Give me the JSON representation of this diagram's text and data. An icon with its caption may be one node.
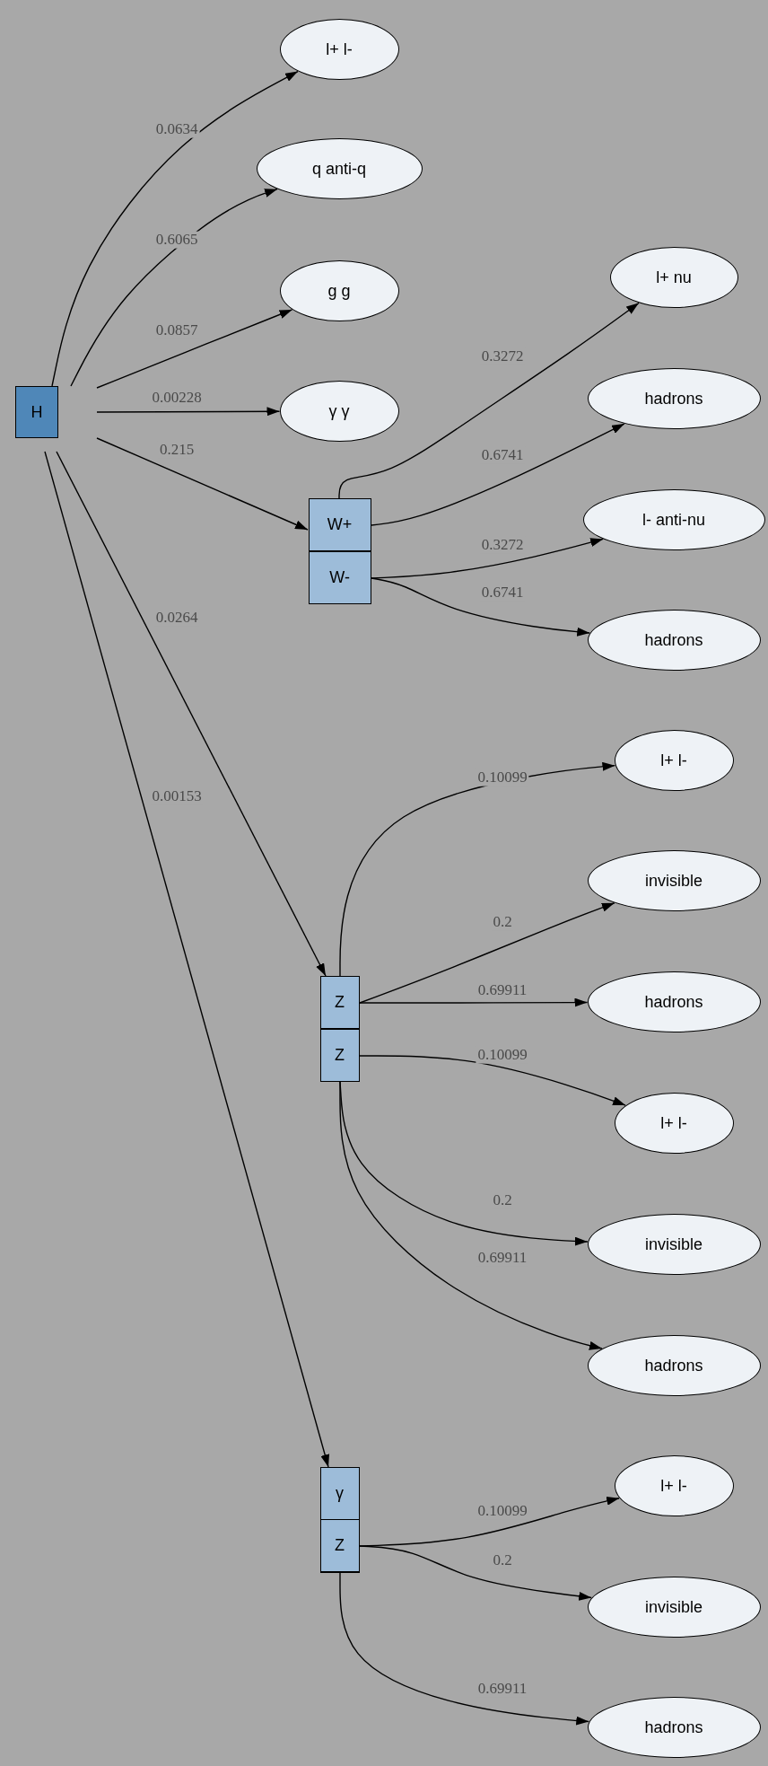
{
  "diagram": {
    "nodes": [
      {
        "text": [
          "H"
        ]
      },
      {
        "text": [
          "l+ l-"
        ]
      },
      {
        "text": [
          "q anti-q"
        ]
      },
      {
        "text": [
          "g g"
        ]
      },
      {
        "text": [
          "γ γ"
        ]
      },
      {
        "text": [],
        "shape": "box"
      },
      {
        "text": [
          "W+"
        ],
        "in": 5
      },
      {
        "text": [
          "W-"
        ],
        "in": 5
      },
      {
        "text": [
          "l+ nu"
        ]
      },
      {
        "text": [
          "hadrons"
        ]
      },
      {
        "text": [
          "l- anti-nu"
        ]
      },
      {
        "text": [
          "hadrons"
        ]
      },
      {
        "text": [],
        "shape": "box"
      },
      {
        "text": [
          "Z"
        ],
        "in": 12
      },
      {
        "text": [
          "Z"
        ],
        "in": 12
      },
      {
        "text": [
          "l+ l-"
        ]
      },
      {
        "text": [
          "invisible"
        ]
      },
      {
        "text": [
          "hadrons"
        ]
      },
      {
        "text": [
          "l+ l-"
        ]
      },
      {
        "text": [
          "invisible"
        ]
      },
      {
        "text": [
          "hadrons"
        ]
      },
      {
        "text": [],
        "shape": "box"
      },
      {
        "text": [
          "γ"
        ],
        "in": 21
      },
      {
        "text": [
          "Z"
        ],
        "in": 21
      },
      {
        "text": [
          "l+ l-"
        ]
      },
      {
        "text": [
          "invisible"
        ]
      },
      {
        "text": [
          "hadrons"
        ]
      }
    ],
    "edges": [
      {
        "from": 0,
        "to": 1,
        "arrow": "to",
        "label": "0.0634"
      },
      {
        "from": 0,
        "to": 2,
        "arrow": "to",
        "label": "0.6065"
      },
      {
        "from": 0,
        "to": 3,
        "arrow": "to",
        "label": "0.0857"
      },
      {
        "from": 0,
        "to": 4,
        "arrow": "to",
        "label": "0.00228"
      },
      {
        "from": 0,
        "to": 5,
        "arrow": "to",
        "label": "0.215"
      },
      {
        "from": 0,
        "to": 12,
        "arrow": "to",
        "label": "0.0264"
      },
      {
        "from": 0,
        "to": 21,
        "arrow": "to",
        "label": "0.00153"
      },
      {
        "from": 6,
        "to": 8,
        "arrow": "to",
        "label": "0.3272"
      },
      {
        "from": 6,
        "to": 9,
        "arrow": "to",
        "label": "0.6741"
      },
      {
        "from": 7,
        "to": 10,
        "arrow": "to",
        "label": "0.3272"
      },
      {
        "from": 7,
        "to": 11,
        "arrow": "to",
        "label": "0.6741"
      },
      {
        "from": 13,
        "to": 15,
        "arrow": "to",
        "label": "0.10099"
      },
      {
        "from": 13,
        "to": 16,
        "arrow": "to",
        "label": "0.2"
      },
      {
        "from": 13,
        "to": 17,
        "arrow": "to",
        "label": "0.69911"
      },
      {
        "from": 14,
        "to": 18,
        "arrow": "to",
        "label": "0.10099"
      },
      {
        "from": 14,
        "to": 19,
        "arrow": "to",
        "label": "0.2"
      },
      {
        "from": 14,
        "to": 20,
        "arrow": "to",
        "label": "0.69911"
      },
      {
        "from": 23,
        "to": 24,
        "arrow": "to",
        "label": "0.10099"
      },
      {
        "from": 23,
        "to": 25,
        "arrow": "to",
        "label": "0.2"
      },
      {
        "from": 23,
        "to": 26,
        "arrow": "to",
        "label": "0.69911"
      }
    ]
  }
}
